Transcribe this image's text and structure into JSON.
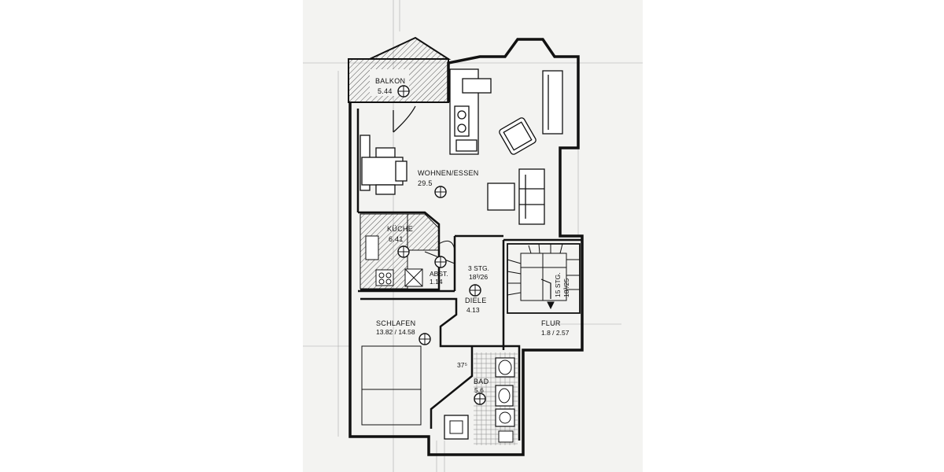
{
  "rooms": {
    "balkon": {
      "name": "BALKON",
      "area": "5.44"
    },
    "wohnen": {
      "name": "WOHNEN/ESSEN",
      "area": "29.5"
    },
    "kueche": {
      "name": "KÜCHE",
      "area": "6.41"
    },
    "abst": {
      "name": "ABST.",
      "area": "1.14"
    },
    "diele": {
      "name": "DIELE",
      "area": "4.13",
      "stairs_note": "3 STG.",
      "stairs_ratio": "18³/26"
    },
    "schlafen": {
      "name": "SCHLAFEN",
      "area": "13.82 / 14.58"
    },
    "bad": {
      "name": "BAD",
      "area": "5.6"
    },
    "flur": {
      "name": "FLUR",
      "area": "1.8 / 2.57"
    },
    "treppe": {
      "steps": "15 STG.",
      "ratio": "18³/25"
    }
  },
  "dimensions": {
    "bad_offset": "37⁵"
  },
  "markers": {
    "room_marker": "2"
  },
  "colors": {
    "line": "#1a1a1a",
    "paper": "#f3f3f1",
    "hatch": "#555555"
  }
}
